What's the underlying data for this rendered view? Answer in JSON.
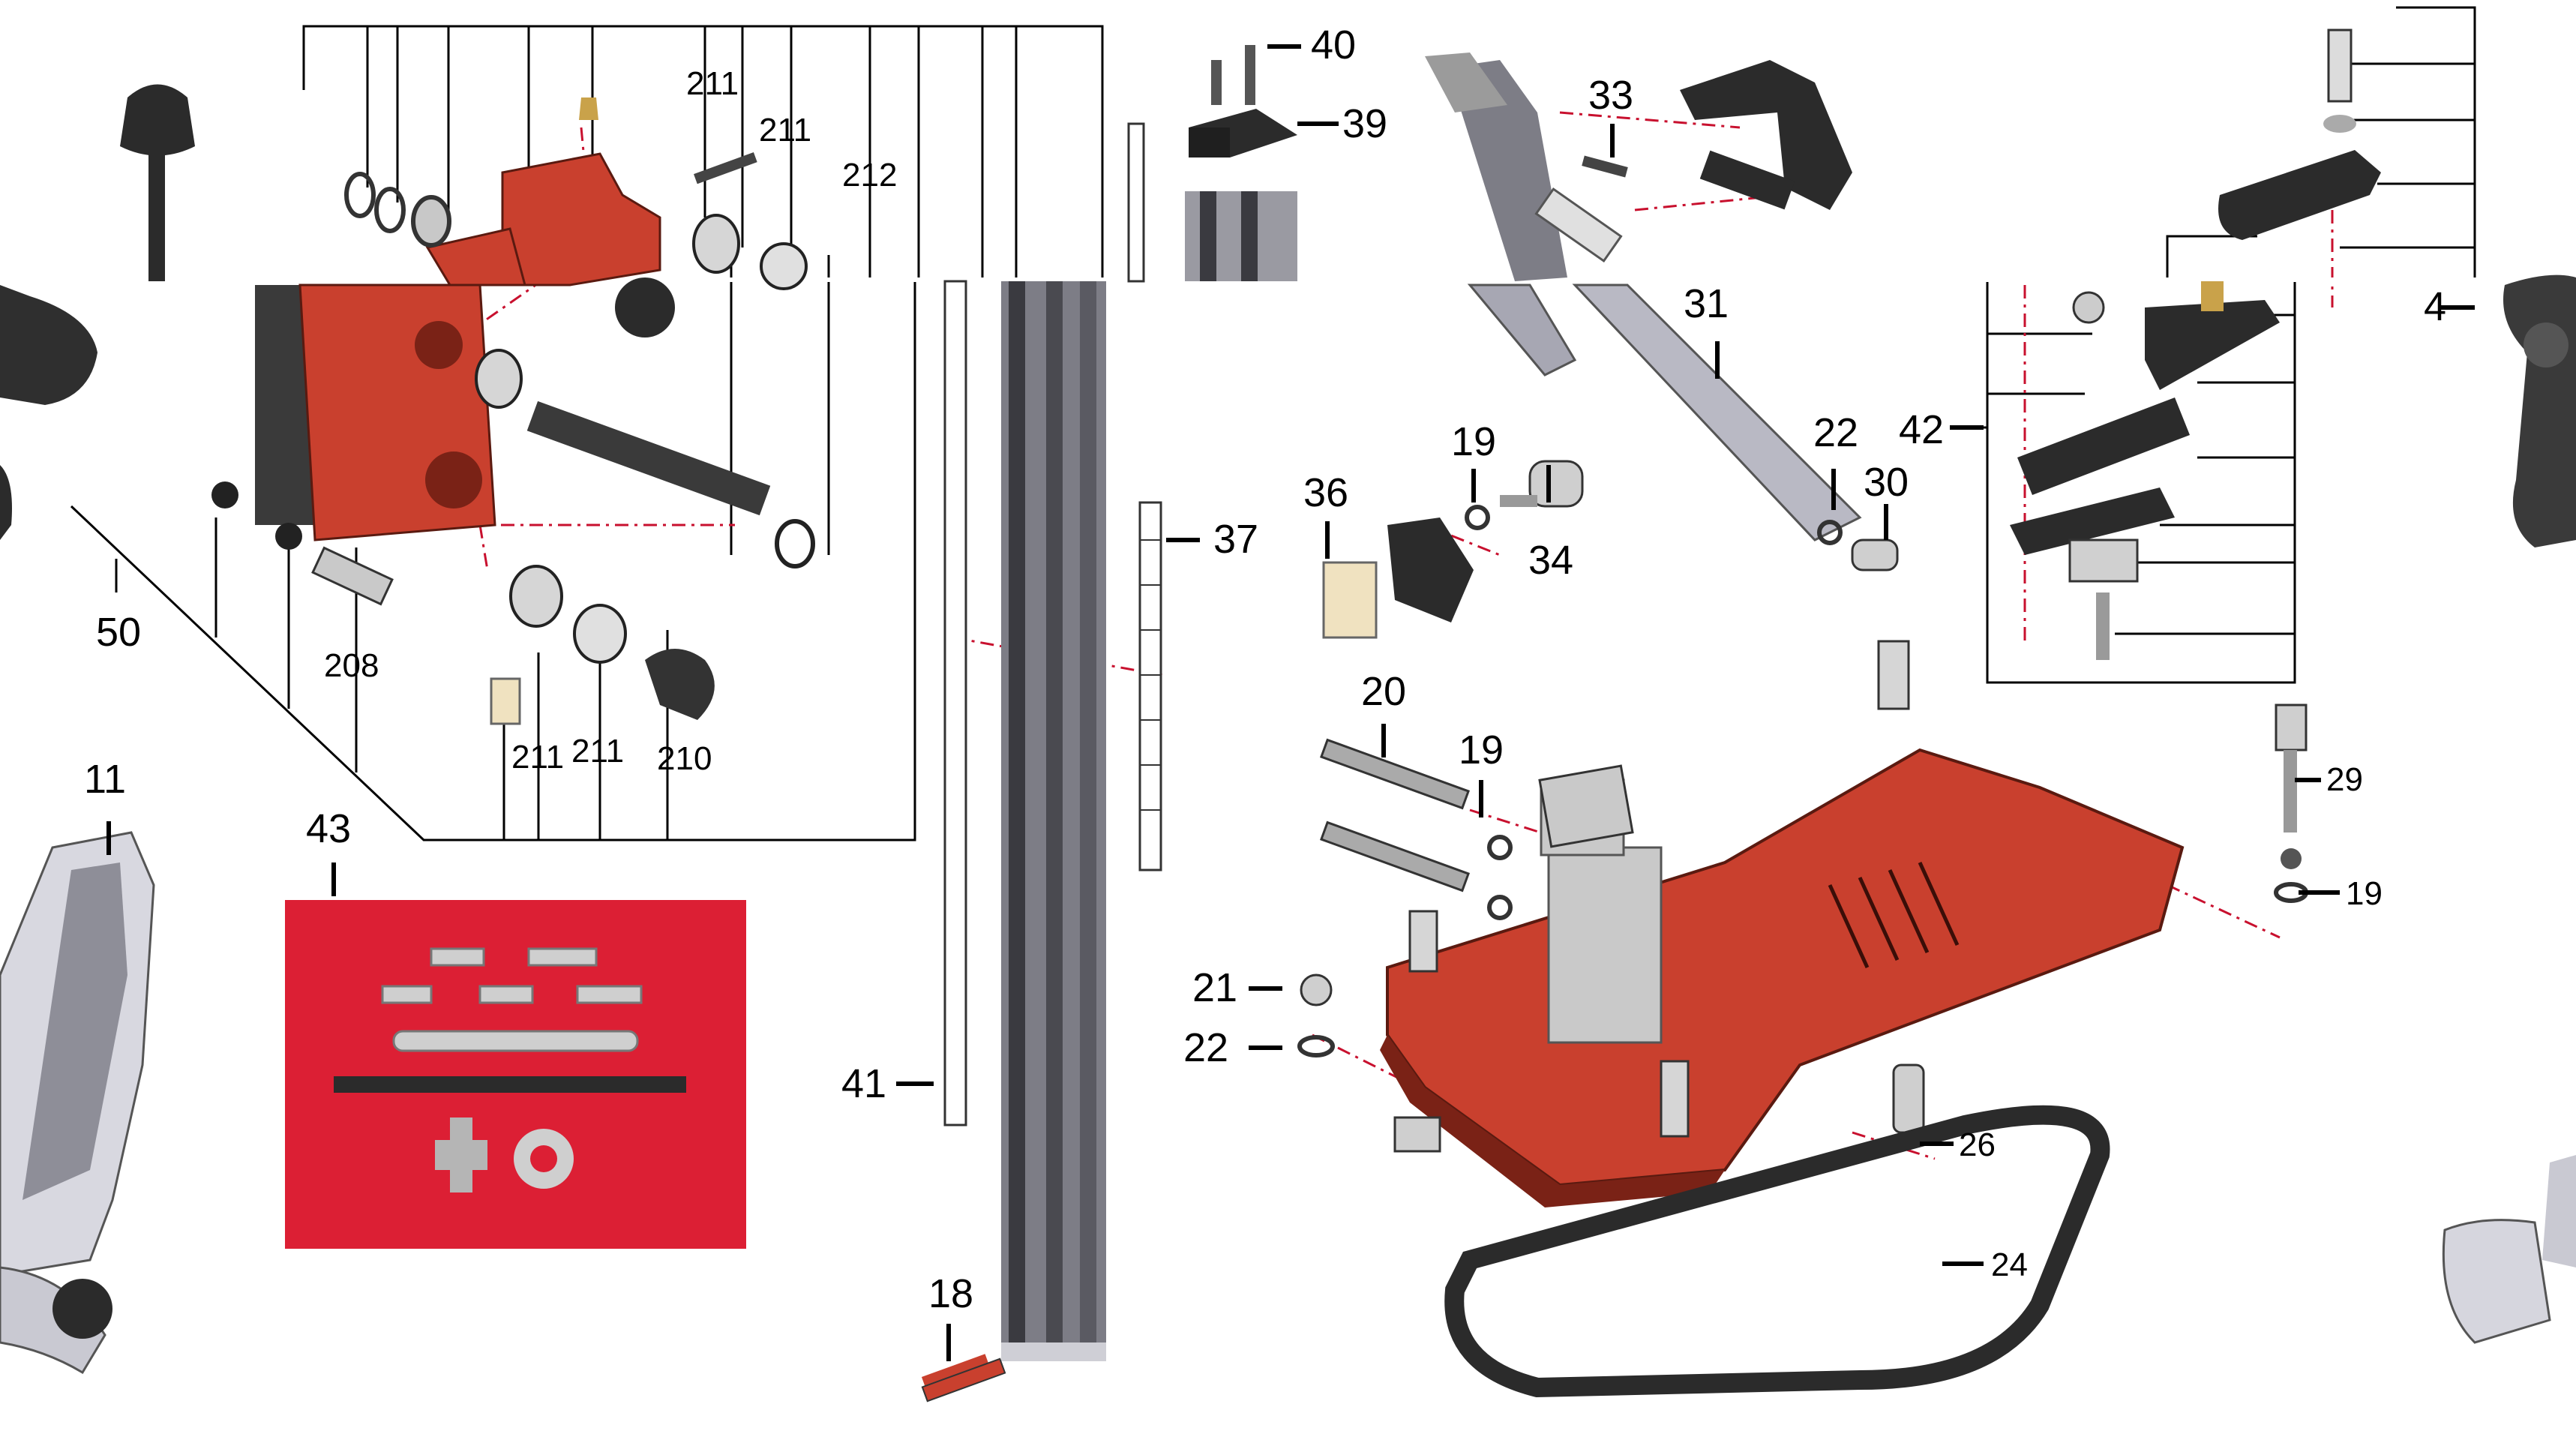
{
  "labels": {
    "p40": "40",
    "p39": "39",
    "p33": "33",
    "p31": "31",
    "p4": "4",
    "p211a": "211",
    "p211b": "211",
    "p212": "212",
    "p50": "50",
    "p208": "208",
    "p211c": "211",
    "p211d": "211",
    "p210": "210",
    "p11": "11",
    "p43": "43",
    "p37": "37",
    "p36": "36",
    "p19a": "19",
    "p34": "34",
    "p22a": "22",
    "p30": "30",
    "p42": "42",
    "p20": "20",
    "p19b": "19",
    "p29": "29",
    "p19c": "19",
    "p21": "21",
    "p22b": "22",
    "p26": "26",
    "p24": "24",
    "p41": "41",
    "p18": "18"
  },
  "colors": {
    "part_red": "#c9402e",
    "kit_red": "#dc1f34",
    "metal_grey": "#b9b9c4",
    "dark": "#2b2b2b",
    "leader": "#c8102e"
  }
}
